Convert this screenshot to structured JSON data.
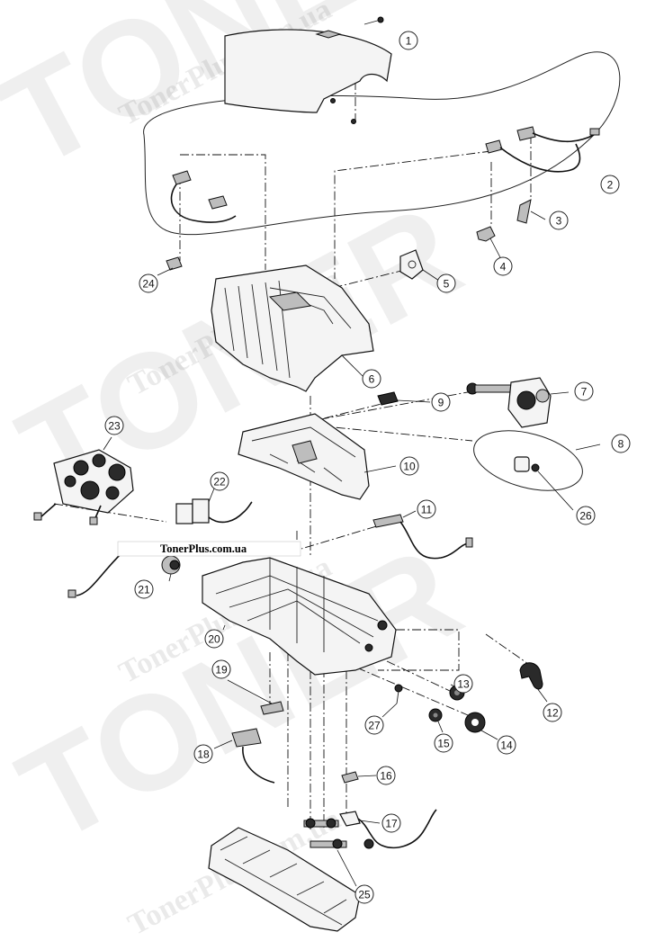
{
  "watermark": {
    "brand": "TONER",
    "site": "TonerPlus.com.ua"
  },
  "source_label": "TonerPlus.com.ua",
  "callouts": [
    "1",
    "2",
    "3",
    "4",
    "5",
    "6",
    "7",
    "8",
    "9",
    "10",
    "11",
    "12",
    "13",
    "14",
    "15",
    "16",
    "17",
    "18",
    "19",
    "20",
    "21",
    "22",
    "23",
    "24",
    "25",
    "26",
    "27"
  ]
}
